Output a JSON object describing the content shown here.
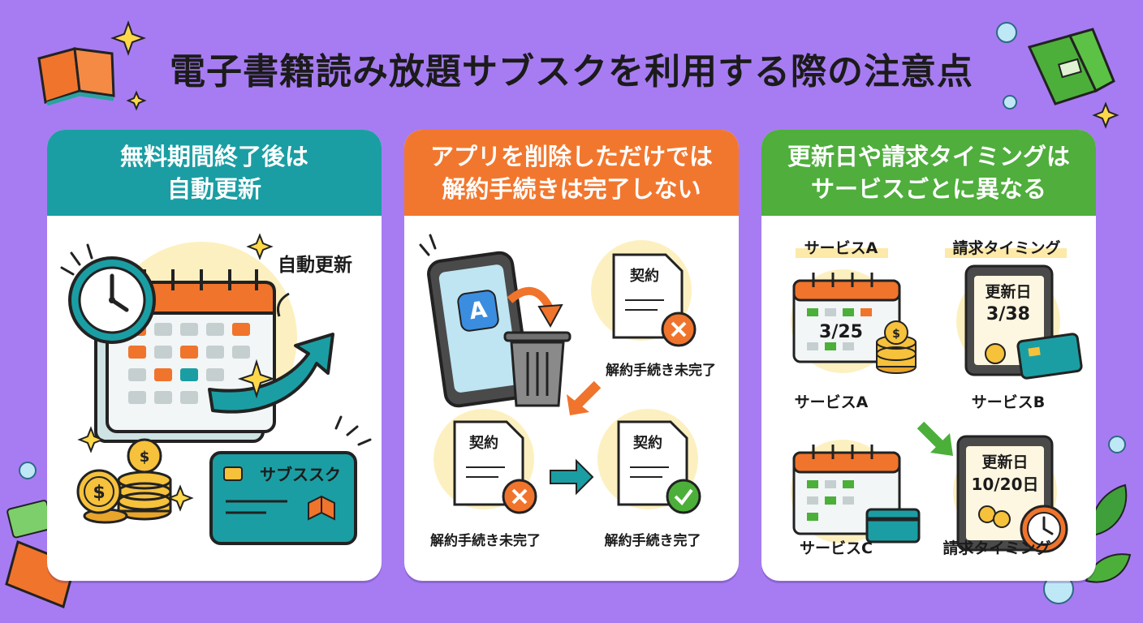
{
  "title": "電子書籍読み放題サブスクを利用する際の注意点",
  "colors": {
    "background": "#a77cf2",
    "teal": "#1a9ea3",
    "orange": "#f2772e",
    "green": "#4fae3c"
  },
  "panels": [
    {
      "heading_line1": "無料期間終了後は",
      "heading_line2": "自動更新",
      "labels": {
        "auto_renew": "自動更新",
        "card_text": "サブススク"
      }
    },
    {
      "heading_line1": "アプリを削除しただけでは",
      "heading_line2": "解約手続きは完了しない",
      "labels": {
        "contract_top": "契約",
        "incomplete_top": "解約手続き未完了",
        "contract_left": "契約",
        "incomplete_left": "解約手続き未完了",
        "contract_right": "契約",
        "complete": "解約手続き完了"
      }
    },
    {
      "heading_line1": "更新日や請求タイミングは",
      "heading_line2": "サービスごとに異なる",
      "labels": {
        "header_service_a": "サービスA",
        "header_billing": "請求タイミング",
        "date_a": "3/25",
        "service_a": "サービスA",
        "renewal_b": "更新日",
        "date_b": "3/38",
        "service_b": "サービスB",
        "service_c": "サービスC",
        "renewal_d": "更新日",
        "date_d": "10/20日",
        "billing": "請求タイミング"
      }
    }
  ]
}
